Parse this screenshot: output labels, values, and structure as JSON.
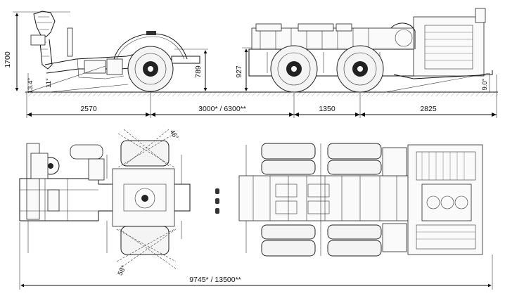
{
  "side_view": {
    "dims": {
      "height_total": "1700",
      "approach_angle": "13.4°",
      "front_angle": "11°",
      "axle_height": "789",
      "rear_height": "927",
      "departure_angle": "9.0°"
    },
    "lengths": {
      "front_overhang": "2570",
      "wheelbase": "3000* / 6300**",
      "tandem_spacing": "1350",
      "rear_overhang": "2825"
    }
  },
  "top_view": {
    "steer_angle_outer": "46°",
    "steer_angle_inner": "58°",
    "overall_length": "9745* / 13500**"
  }
}
